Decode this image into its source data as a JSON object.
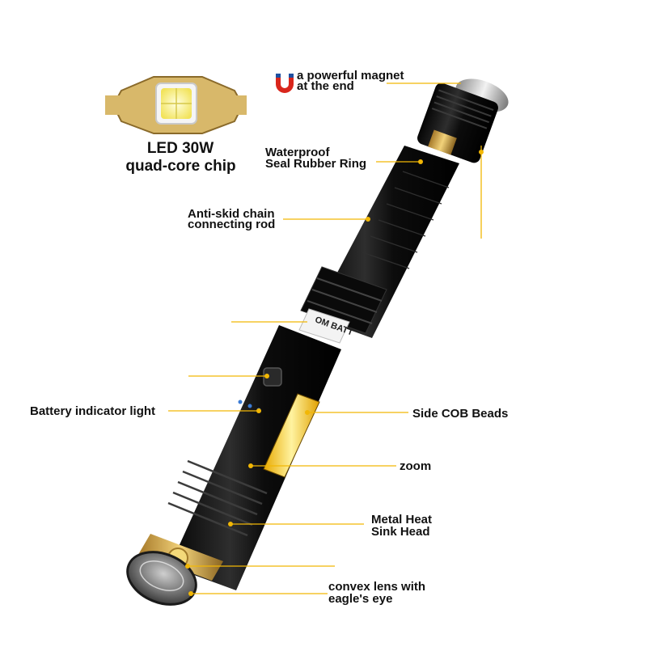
{
  "chip_label": {
    "line1": "LED 30W",
    "line2": "quad-core chip"
  },
  "callouts": {
    "magnet": {
      "line1": "a powerful magnet",
      "line2": "at the end"
    },
    "seal_ring": {
      "line1": "Waterproof",
      "line2": "Seal Rubber Ring"
    },
    "rod": {
      "line1": "Anti-skid chain",
      "line2": "connecting rod"
    },
    "battery_indicator": "Battery indicator light",
    "side_cob": "Side COB Beads",
    "zoom": "zoom",
    "heat_sink": {
      "line1": "Metal Heat",
      "line2": "Sink Head"
    },
    "lens": {
      "line1": "convex lens with",
      "line2": "eagle's eye"
    }
  },
  "battery_text": "OM BATT",
  "colors": {
    "leader_line": "#f2b705",
    "body_dark": "#141414",
    "cob_amber": "#f4c430",
    "chip_gold": "#d8b86a",
    "chip_yellow": "#f7f08a",
    "magnet_red": "#d9261c",
    "magnet_blue": "#1f4fa0",
    "indicator_blue": "#3a7bd5"
  },
  "icons": [
    "magnet-icon",
    "led-chip-icon",
    "power-button-icon"
  ]
}
